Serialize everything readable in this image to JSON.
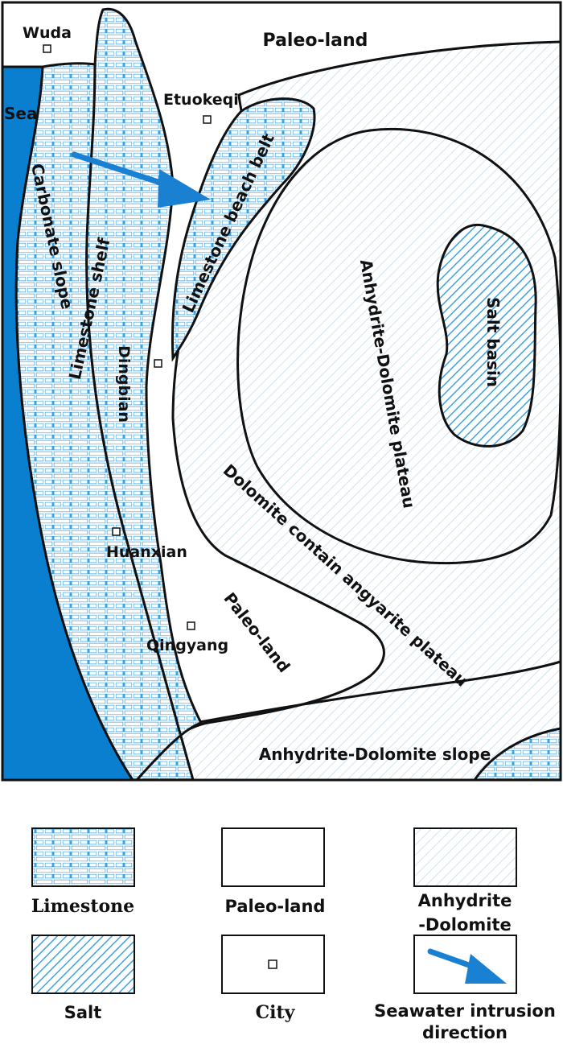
{
  "colors": {
    "sea": "#0a7fd0",
    "pattern_blue": "#3fa2e0",
    "pattern_light": "#bcd8ea",
    "arrow": "#1a80d2",
    "outline": "#111111"
  },
  "map": {
    "region_labels": {
      "paleo_land_north": "Paleo-land",
      "sea": "Sea",
      "carbonate_slope": "Carbonate slope",
      "limestone_shelf": "Limestone shelf",
      "limestone_beach_belt": "Limestone beach belt",
      "anhydrite_dolomite_plateau": "Anhydrite-Dolomite plateau",
      "salt_basin": "Salt basin",
      "dolomite_plateau": "Dolomite contain angyarite plateau",
      "paleo_land_south": "Paleo-land",
      "anhydrite_dolomite_slope": "Anhydrite-Dolomite slope"
    },
    "cities": [
      {
        "name": "Wuda"
      },
      {
        "name": "Etuokeqi"
      },
      {
        "name": "Dingbian"
      },
      {
        "name": "Huanxian"
      },
      {
        "name": "Qingyang"
      }
    ]
  },
  "legend": {
    "items": [
      {
        "label": "Limestone",
        "icon": "limestone-pattern"
      },
      {
        "label": "Paleo-land",
        "icon": "blank-box"
      },
      {
        "label_line1": "Anhydrite",
        "label_line2": "-Dolomite",
        "icon": "light-hatch-pattern"
      },
      {
        "label": "Salt",
        "icon": "salt-hatch-pattern"
      },
      {
        "label": "City",
        "icon": "city-square"
      },
      {
        "label_line1": "Seawater intrusion",
        "label_line2": "direction",
        "icon": "arrow-icon"
      }
    ]
  }
}
